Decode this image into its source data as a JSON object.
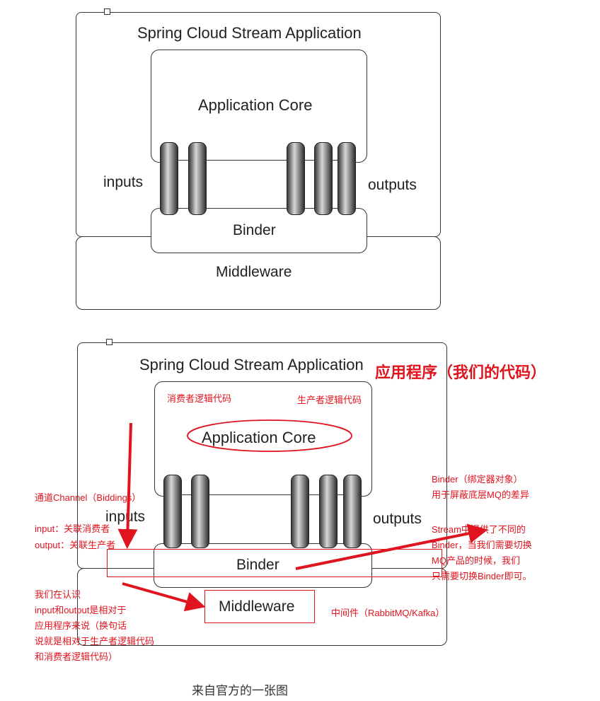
{
  "top": {
    "app_label": "Spring Cloud Stream Application",
    "core_label": "Application Core",
    "inputs_label": "inputs",
    "outputs_label": "outputs",
    "binder_label": "Binder",
    "middleware_label": "Middleware"
  },
  "bottom": {
    "app_label": "Spring Cloud Stream Application",
    "core_label": "Application Core",
    "inputs_label": "inputs",
    "outputs_label": "outputs",
    "binder_label": "Binder",
    "middleware_label": "Middleware",
    "annotations": {
      "app_program": "应用程序（我们的代码）",
      "consumer_logic": "消费者逻辑代码",
      "producer_logic": "生产者逻辑代码",
      "channel_lines": [
        "通道Channel（Biddings）",
        "input：关联消费者",
        "output：关联生产者"
      ],
      "binder_lines": [
        "Binder（绑定器对象）",
        "用于屏蔽底层MQ的差异"
      ],
      "stream_lines": [
        "Stream中提供了不同的",
        "Binder，当我们需要切换",
        "MQ产品的时候，我们",
        "只需要切换Binder即可。"
      ],
      "relative_lines": [
        "我们在认识",
        "input和output是相对于",
        "应用程序来说（换句话",
        "说就是相对于生产者逻辑代码",
        "和消费者逻辑代码）"
      ],
      "middleware_note": "中间件（RabbitMQ/Kafka）"
    }
  },
  "caption": "来自官方的一张图",
  "colors": {
    "annotation": "#e0141e",
    "border": "#333333"
  }
}
